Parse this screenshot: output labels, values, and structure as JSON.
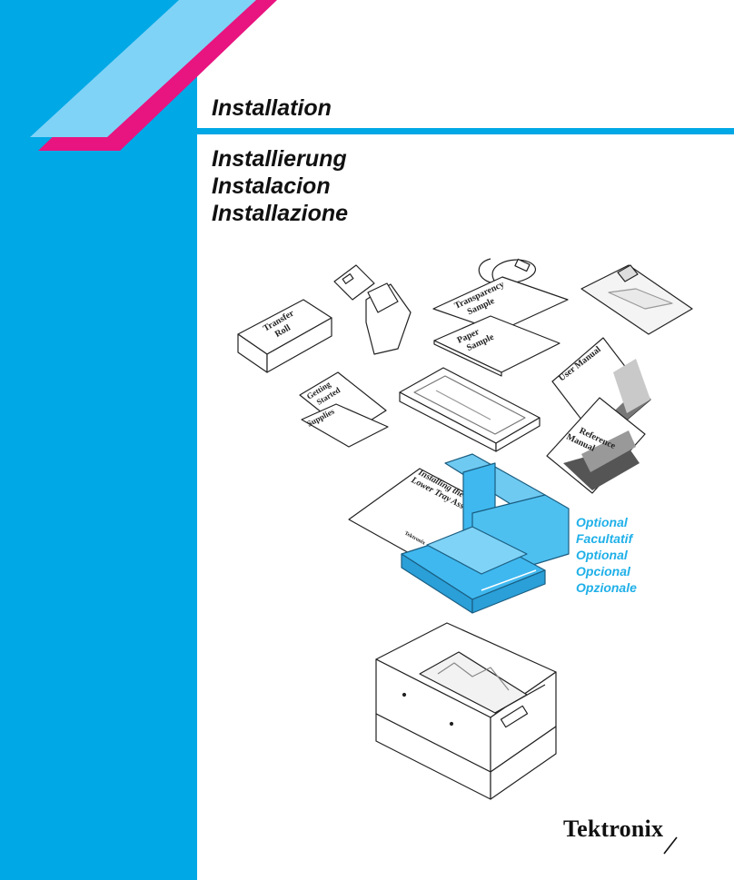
{
  "document": {
    "title": "Installation",
    "translated_titles": [
      "Installierung",
      "Instalacion",
      "Installazione"
    ],
    "optional_labels": [
      "Optional",
      "Facultatif",
      "Optional",
      "Opcional",
      "Opzionale"
    ],
    "brand": "Tektronix"
  },
  "illustration": {
    "transfer_roll": [
      "Transfer",
      "Roll"
    ],
    "transparency_sample": [
      "Transparency",
      "Sample"
    ],
    "paper_sample": [
      "Paper",
      "Sample"
    ],
    "getting_started": [
      "Getting",
      "Started"
    ],
    "supplies": "Supplies",
    "user_manual": "User Manual",
    "reference_manual": [
      "Reference",
      "Manual"
    ],
    "lower_tray_doc": [
      "Installing the",
      "Lower Tray Assembly"
    ],
    "lower_tray_doc_brand": "Tektronix"
  },
  "colors": {
    "sidebar": "#00a8e6",
    "accent_magenta": "#e8147f",
    "accent_light_blue": "#7fd3f7",
    "optional_tray": "#3fb8ef",
    "optional_text": "#1fb0e8"
  }
}
